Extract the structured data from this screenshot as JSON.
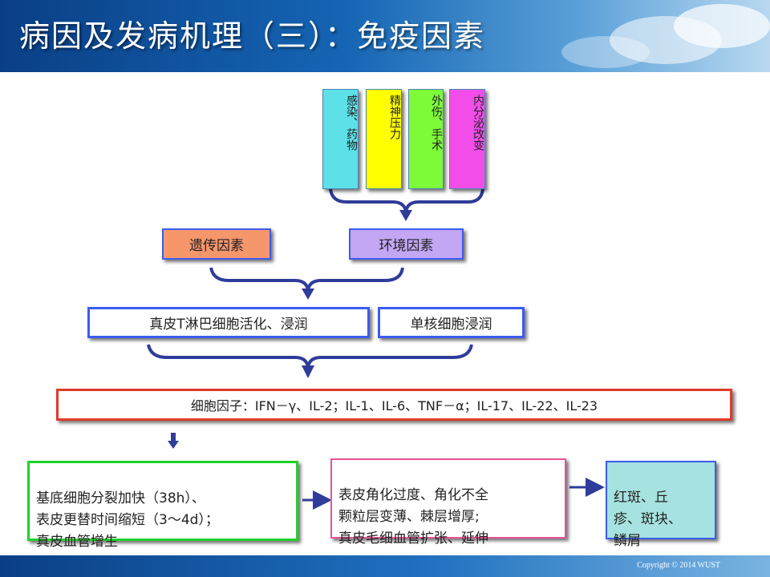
{
  "title": "病因及发病机理（三）：免疫因素",
  "factors": {
    "infection_drugs": "感染、药物",
    "mental_stress": "精神压力",
    "trauma_surgery": "外伤、手术",
    "endocrine_change": "内分泌改变"
  },
  "genetic_factors": "遗传因素",
  "environmental_factors": "环境因素",
  "t_cell_activation": "真皮T淋巴细胞活化、浸润",
  "monocyte_infiltration": "单核细胞浸润",
  "cytokines": "细胞因子：IFN－γ、IL-2；IL-1、IL-6、TNF－α；IL-17、IL-22、IL-23",
  "basal_cells": "基底细胞分裂加快（38h）、\n表皮更替时间缩短（3～4d）；\n真皮血管增生",
  "epidermis_changes": "表皮角化过度、角化不全\n颗粒层变薄、棘层增厚;\n真皮毛细血管扩张、延伸",
  "symptoms": "红斑、丘\n疹、斑块、\n鳞屑",
  "copyright": "Copyright © 2014 WUST",
  "colors": {
    "cyan": "#5ee0e8",
    "yellow": "#ffff00",
    "green": "#7dfa38",
    "magenta": "#f24de8",
    "orange": "#f6966b",
    "lavender": "#c3a6f4",
    "blue_border": "#3c5cf0",
    "red_border": "#e33a2a",
    "green_border": "#22d02a",
    "pink_border": "#e8539a",
    "arrow": "#2f3c9a",
    "teal_fill": "#a6e2df"
  }
}
